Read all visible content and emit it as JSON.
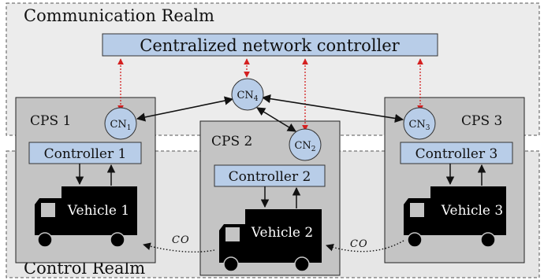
{
  "realms": {
    "communication": "Communication Realm",
    "control": "Control Realm"
  },
  "network_controller": "Centralized network controller",
  "cps": [
    {
      "label": "CPS 1",
      "controller": "Controller 1",
      "vehicle": "Vehicle 1",
      "cn": "CN",
      "cn_sub": "1"
    },
    {
      "label": "CPS 2",
      "controller": "Controller 2",
      "vehicle": "Vehicle 2",
      "cn": "CN",
      "cn_sub": "2"
    },
    {
      "label": "CPS 3",
      "controller": "Controller 3",
      "vehicle": "Vehicle 3",
      "cn": "CN",
      "cn_sub": "3"
    }
  ],
  "hub_node": {
    "cn": "CN",
    "cn_sub": "4"
  },
  "co_labels": [
    "CO",
    "CO"
  ],
  "colors": {
    "communication_bg": "#ececec",
    "control_bg": "#e6e6e6",
    "cps_bg": "#c4c4c4",
    "node_fill": "#b8cde8",
    "vehicle": "#000000",
    "comm_link": "#d42020",
    "control_link": "#111111"
  }
}
